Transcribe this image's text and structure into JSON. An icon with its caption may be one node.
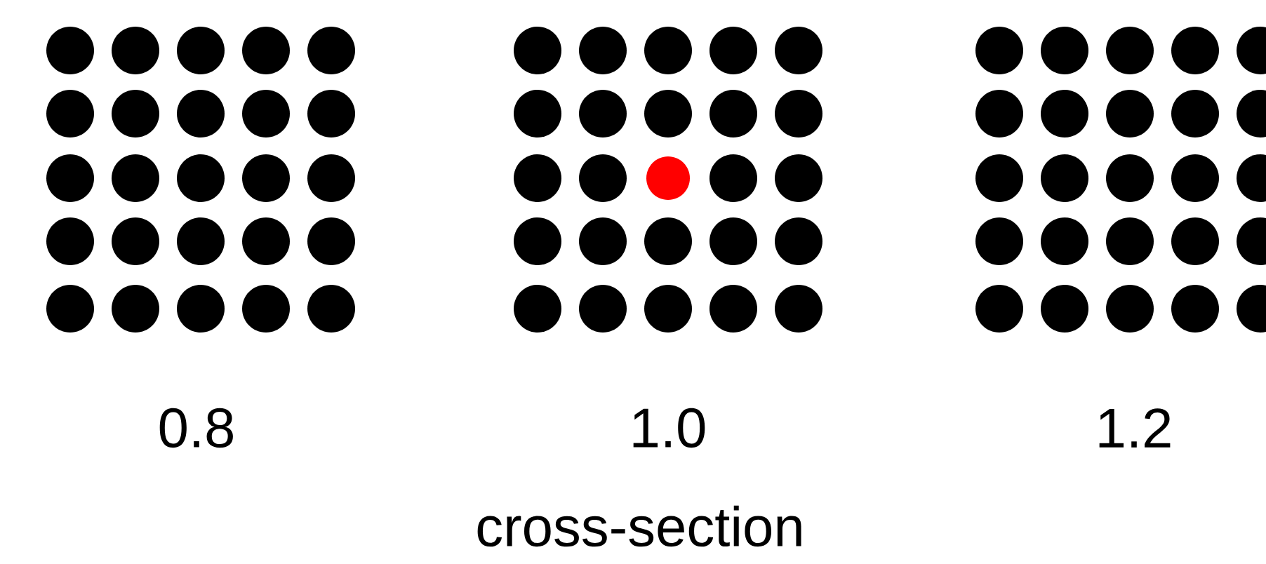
{
  "diagram": {
    "labels": [
      "0.8",
      "1.0",
      "1.2",
      "cross-section"
    ]
  }
}
